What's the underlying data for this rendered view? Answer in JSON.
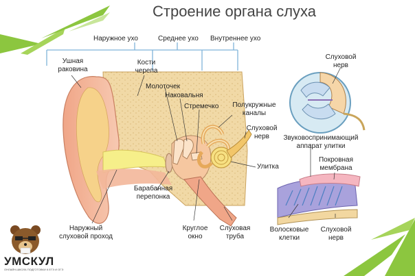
{
  "title": "Строение органа слуха",
  "sections": {
    "outer": "Наружное ухо",
    "middle": "Среднее ухо",
    "inner": "Внутреннее ухо"
  },
  "labels": {
    "pinna_1": "Ушная",
    "pinna_2": "раковина",
    "skull_1": "Кости",
    "skull_2": "черепа",
    "malleus": "Молоточек",
    "incus": "Наковальня",
    "stapes": "Стремечко",
    "canals_1": "Полукружные",
    "canals_2": "каналы",
    "nerve_1": "Слуховой",
    "nerve_2": "нерв",
    "cochlea": "Улитка",
    "eardrum_1": "Барабанная",
    "eardrum_2": "перепонка",
    "canal_1": "Наружный",
    "canal_2": "слуховой проход",
    "round_1": "Круглое",
    "round_2": "окно",
    "tube_1": "Слуховая",
    "tube_2": "труба"
  },
  "detail_labels": {
    "nerve_top_1": "Слуховой",
    "nerve_top_2": "нерв",
    "apparatus_1": "Звуковоспринимающий",
    "apparatus_2": "аппарат улитки",
    "membrane_1": "Покровная",
    "membrane_2": "мембрана",
    "hair_1": "Волосковые",
    "hair_2": "клетки",
    "nerve_bottom_1": "Слуховой",
    "nerve_bottom_2": "нерв"
  },
  "brand": {
    "name": "УМСКУЛ",
    "tagline": "ОНЛАЙН-ШКОЛА ПОДГОТОВКИ К ЕГЭ И ОГЭ"
  },
  "colors": {
    "accent_green": "#8cc63f",
    "bone": "#f1d9a6",
    "skin": "#f3b79a",
    "canal": "#f6ef8a",
    "bracket": "#7fb3d9",
    "nerve": "#f2c66a",
    "cochlea": "#f7e082"
  },
  "icons": {
    "logo": "bear-icon"
  }
}
